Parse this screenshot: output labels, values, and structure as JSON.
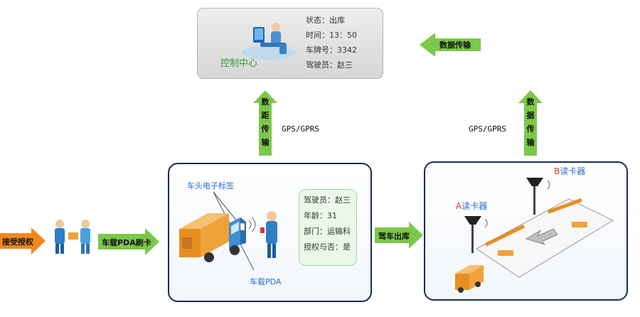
{
  "control_center": {
    "title": "控制中心",
    "status_lines": [
      "状态：出库",
      "时间：13：50",
      "车牌号：3342",
      "驾驶员：赵三"
    ]
  },
  "links": {
    "left_up_vertical": [
      "数",
      "距",
      "传",
      "输"
    ],
    "right_up_vertical": [
      "数",
      "据",
      "传",
      "输"
    ],
    "left_protocol": "GPS/GPRS",
    "right_protocol": "GPS/GPRS",
    "data_transfer": "数据传输"
  },
  "flow": {
    "step1": "接受授权",
    "step2": "车载PDA刷卡",
    "step3": "驾车出库"
  },
  "vehicle_panel": {
    "tag_label": "车头电子标签",
    "pda_label": "车载PDA",
    "driver_info": [
      "驾驶员：赵三",
      "年龄：31",
      "部门：运输科",
      "授权与否：是"
    ]
  },
  "gate_panel": {
    "reader_a_prefix": "A",
    "reader_a_suffix": "读卡器",
    "reader_b_prefix": "B",
    "reader_b_suffix": "读卡器"
  },
  "colors": {
    "green_arrow": "#7cc84a",
    "orange_arrow": "#f08a1c",
    "panel_border": "#1a2a55",
    "truck_orange": "#f0a23a"
  }
}
